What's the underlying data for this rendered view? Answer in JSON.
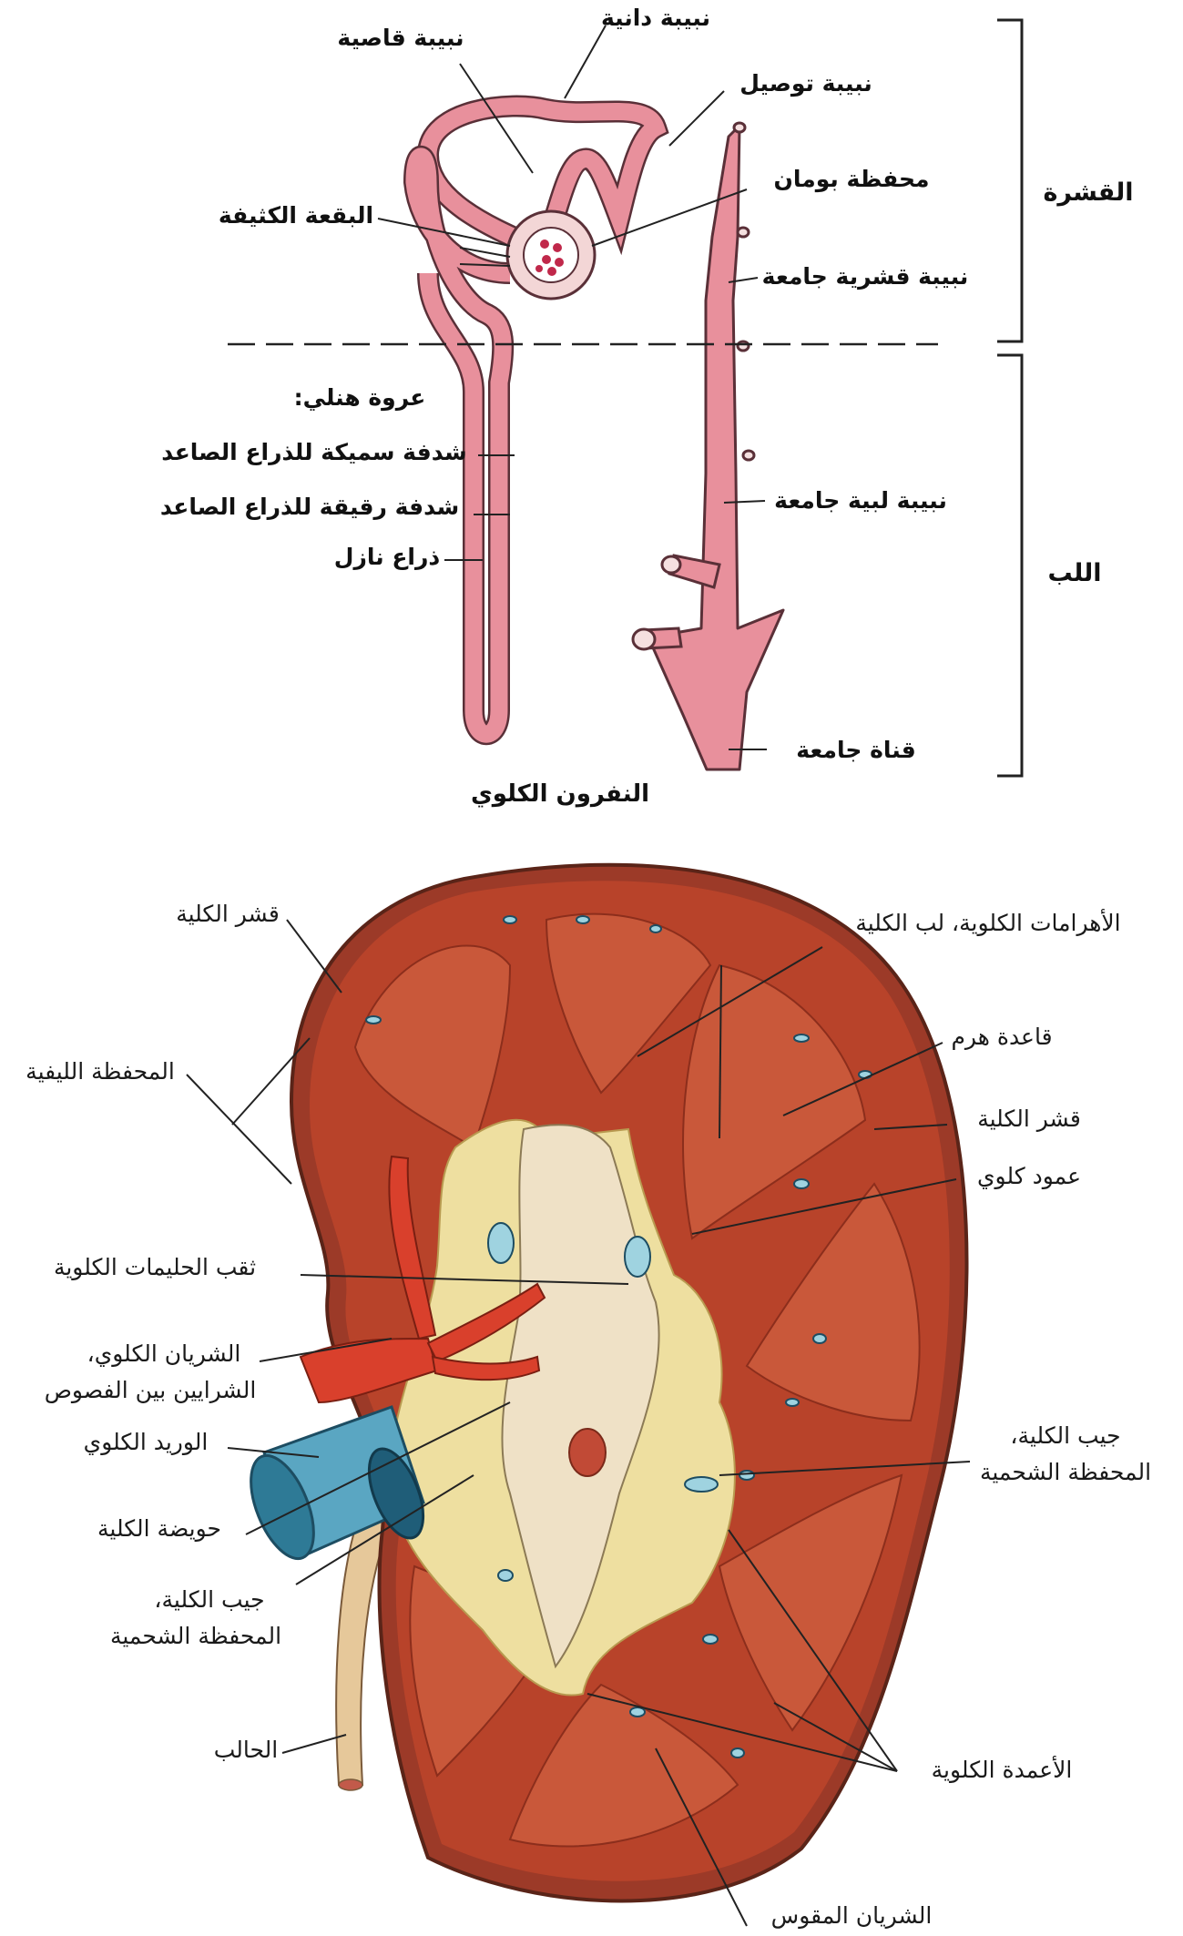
{
  "nephron": {
    "title": "النفرون الكلوي",
    "regions": {
      "cortex": "القشرة",
      "medulla": "اللب"
    },
    "labels": {
      "proximal_tubule": "نبيبة دانية",
      "distal_tubule": "نبيبة قاصية",
      "connecting_tubule": "نبيبة توصيل",
      "bowman_capsule": "محفظة بومان",
      "macula_densa": "البقعة الكثيفة",
      "cortical_collecting_tubule": "نبيبة قشرية جامعة",
      "loop_of_henle": "عروة هنلي:",
      "thick_ascending": "شدفة سميكة للذراع الصاعد",
      "thin_ascending": "شدفة رقيقة للذراع الصاعد",
      "descending_limb": "ذراع نازل",
      "medullary_collecting_tubule": "نبيبة لبية جامعة",
      "collecting_duct": "قناة جامعة"
    }
  },
  "kidney": {
    "labels": {
      "renal_cortex_top": "قشر الكلية",
      "pyramids": "الأهرامات الكلوية، لب الكلية",
      "fibrous_capsule": "المحفظة الليفية",
      "pyramid_base": "قاعدة هرم",
      "renal_cortex_right": "قشر الكلية",
      "renal_column": "عمود كلوي",
      "papillary_foramina": "ثقب الحليمات الكلوية",
      "renal_artery_1": "الشريان الكلوي،",
      "renal_artery_2": "الشرايين بين الفصوص",
      "renal_vein": "الوريد الكلوي",
      "renal_pelvis": "حويضة الكلية",
      "sinus_left_1": "جيب الكلية،",
      "sinus_left_2": "المحفظة الشحمية",
      "sinus_right_1": "جيب الكلية،",
      "sinus_right_2": "المحفظة الشحمية",
      "ureter": "الحالب",
      "renal_columns": "الأعمدة الكلوية",
      "arcuate_artery": "الشريان المقوس"
    }
  },
  "colors": {
    "tubule": "#e8909c",
    "tubule_outline": "#5a3038",
    "kidney_cortex": "#b8432a",
    "pyramid": "#c9583a",
    "sinus_fat": "#eedfa0",
    "renal_artery": "#d9402c",
    "renal_vein": "#5aa6c2"
  }
}
